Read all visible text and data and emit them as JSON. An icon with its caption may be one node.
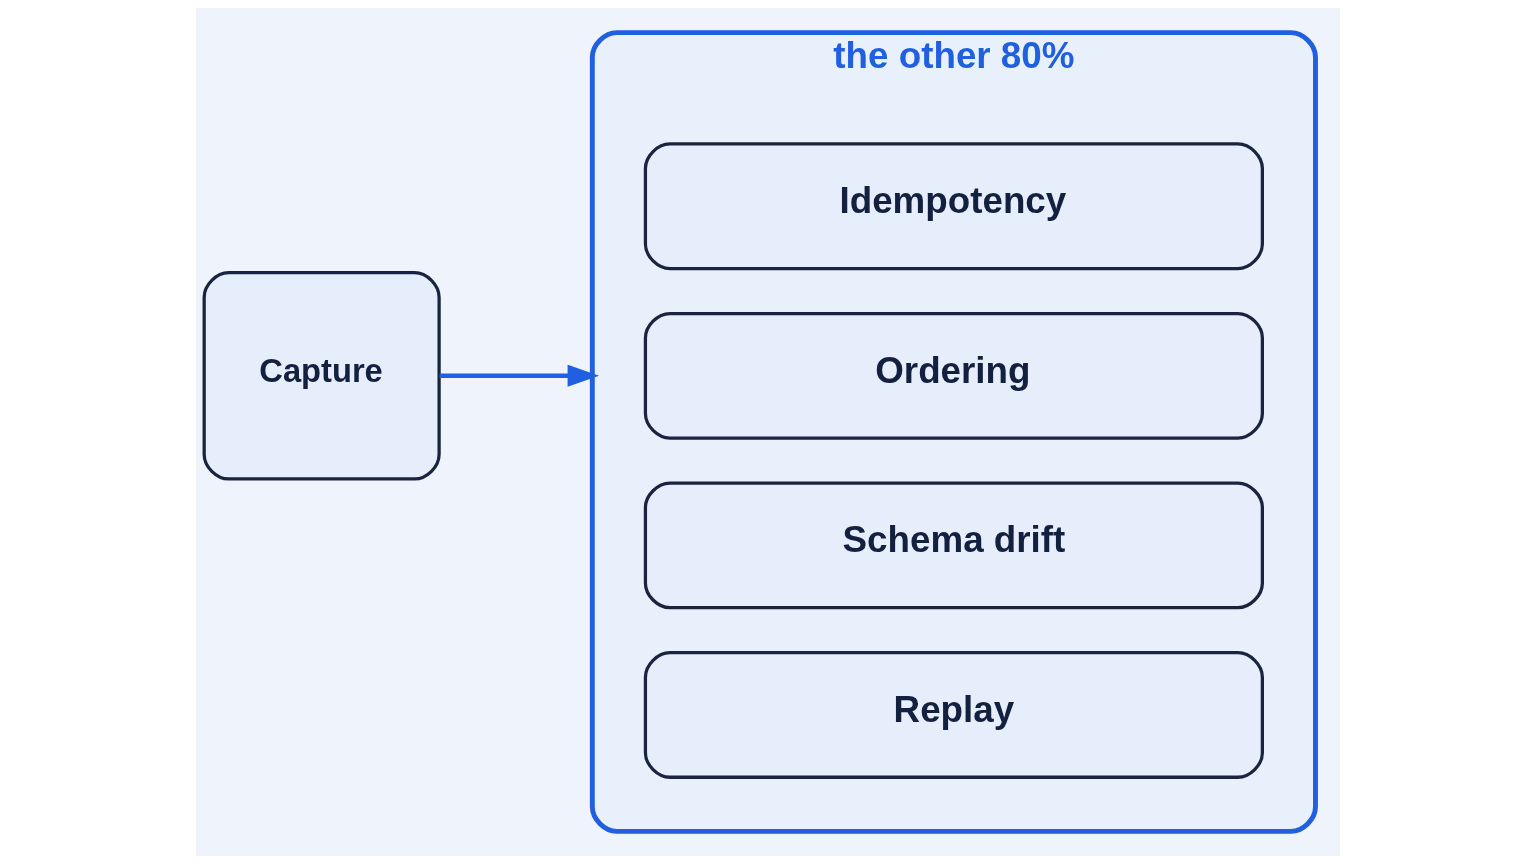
{
  "diagram": {
    "nodes": [
      {
        "text": [
          "Capture"
        ]
      },
      {
        "text": [
          "the other 80%"
        ]
      },
      {
        "text": [
          "Idempotency"
        ],
        "in": 1
      },
      {
        "text": [
          "Ordering"
        ],
        "in": 1
      },
      {
        "text": [
          "Schema drift"
        ],
        "in": 1
      },
      {
        "text": [
          "Replay"
        ],
        "in": 1
      }
    ],
    "edges": [
      {
        "from": 0,
        "to": 1,
        "arrow": "to",
        "color": "#1f5fe0"
      }
    ]
  }
}
